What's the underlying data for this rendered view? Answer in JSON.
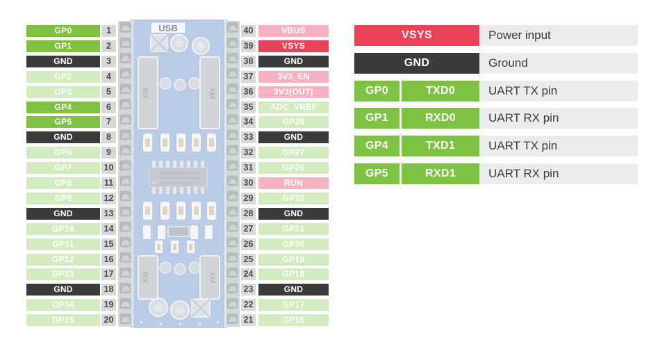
{
  "colors": {
    "green": "#7dc242",
    "green-light": "#d2ecc0",
    "dark": "#3b3b3b",
    "pink": "#f5b3c1",
    "red": "#e84158",
    "number-bg": "#d8d8d8",
    "number-text": "#4b4b4b",
    "desc-bg": "#ececec",
    "desc-text": "#3c3c3c",
    "label-text": "#ffffff",
    "pcb-blue": "#8fabd6",
    "header-gray": "#c9ccd0"
  },
  "board": {
    "usb_label": "USB",
    "crystal_label": "XM"
  },
  "pins": {
    "left": [
      {
        "num": "1",
        "label": "GP0",
        "type": "green"
      },
      {
        "num": "2",
        "label": "GP1",
        "type": "green"
      },
      {
        "num": "3",
        "label": "GND",
        "type": "dark"
      },
      {
        "num": "4",
        "label": "GP2",
        "type": "green_light"
      },
      {
        "num": "5",
        "label": "GP3",
        "type": "green_light"
      },
      {
        "num": "6",
        "label": "GP4",
        "type": "green"
      },
      {
        "num": "7",
        "label": "GP5",
        "type": "green"
      },
      {
        "num": "8",
        "label": "GND",
        "type": "dark"
      },
      {
        "num": "9",
        "label": "GP6",
        "type": "green_light"
      },
      {
        "num": "10",
        "label": "GP7",
        "type": "green_light"
      },
      {
        "num": "11",
        "label": "GP8",
        "type": "green_light"
      },
      {
        "num": "12",
        "label": "GP9",
        "type": "green_light"
      },
      {
        "num": "13",
        "label": "GND",
        "type": "dark"
      },
      {
        "num": "14",
        "label": "GP10",
        "type": "green_light"
      },
      {
        "num": "15",
        "label": "GP11",
        "type": "green_light"
      },
      {
        "num": "16",
        "label": "GP12",
        "type": "green_light"
      },
      {
        "num": "17",
        "label": "GP13",
        "type": "green_light"
      },
      {
        "num": "18",
        "label": "GND",
        "type": "dark"
      },
      {
        "num": "19",
        "label": "GP14",
        "type": "green_light"
      },
      {
        "num": "20",
        "label": "GP15",
        "type": "green_light"
      }
    ],
    "right": [
      {
        "num": "40",
        "label": "VBUS",
        "type": "pink"
      },
      {
        "num": "39",
        "label": "VSYS",
        "type": "red"
      },
      {
        "num": "38",
        "label": "GND",
        "type": "dark"
      },
      {
        "num": "37",
        "label": "3V3_EN",
        "type": "pink"
      },
      {
        "num": "36",
        "label": "3V3(OUT)",
        "type": "pink"
      },
      {
        "num": "35",
        "label": "ADC_VREF",
        "type": "green_light"
      },
      {
        "num": "34",
        "label": "GP28",
        "type": "green_light"
      },
      {
        "num": "33",
        "label": "GND",
        "type": "dark"
      },
      {
        "num": "32",
        "label": "GP27",
        "type": "green_light"
      },
      {
        "num": "31",
        "label": "GP26",
        "type": "green_light"
      },
      {
        "num": "30",
        "label": "RUN",
        "type": "pink"
      },
      {
        "num": "29",
        "label": "GP22",
        "type": "green_light"
      },
      {
        "num": "28",
        "label": "GND",
        "type": "dark"
      },
      {
        "num": "27",
        "label": "GP21",
        "type": "green_light"
      },
      {
        "num": "26",
        "label": "GP20",
        "type": "green_light"
      },
      {
        "num": "25",
        "label": "GP19",
        "type": "green_light"
      },
      {
        "num": "24",
        "label": "GP18",
        "type": "green_light"
      },
      {
        "num": "23",
        "label": "GND",
        "type": "dark"
      },
      {
        "num": "22",
        "label": "GP17",
        "type": "green_light"
      },
      {
        "num": "21",
        "label": "GP16",
        "type": "green_light"
      }
    ]
  },
  "legend": [
    {
      "cells": [
        {
          "text": "VSYS",
          "type": "red"
        }
      ],
      "desc": "Power input"
    },
    {
      "cells": [
        {
          "text": "GND",
          "type": "dark"
        }
      ],
      "desc": "Ground"
    },
    {
      "cells": [
        {
          "text": "GP0",
          "type": "green"
        },
        {
          "text": "TXD0",
          "type": "green"
        }
      ],
      "desc": "UART TX pin"
    },
    {
      "cells": [
        {
          "text": "GP1",
          "type": "green"
        },
        {
          "text": "RXD0",
          "type": "green"
        }
      ],
      "desc": "UART RX pin"
    },
    {
      "cells": [
        {
          "text": "GP4",
          "type": "green"
        },
        {
          "text": "TXD1",
          "type": "green"
        }
      ],
      "desc": "UART TX pin"
    },
    {
      "cells": [
        {
          "text": "GP5",
          "type": "green"
        },
        {
          "text": "RXD1",
          "type": "green"
        }
      ],
      "desc": "UART RX pin"
    }
  ]
}
